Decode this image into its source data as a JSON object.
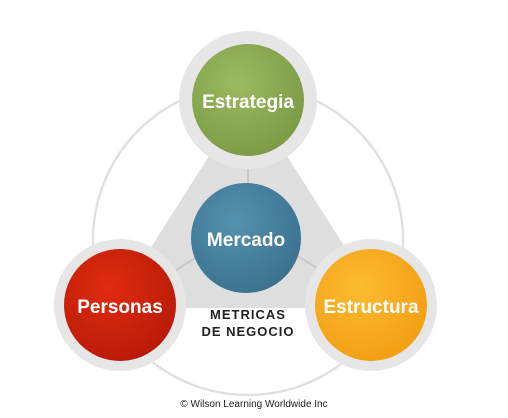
{
  "diagram": {
    "nodes": {
      "top": {
        "label": "Estrategia",
        "color": "#8aaa50"
      },
      "center": {
        "label": "Mercado",
        "color": "#46809f"
      },
      "left": {
        "label": "Personas",
        "color": "#d11f0a"
      },
      "right": {
        "label": "Estructura",
        "color": "#f9ac1d"
      }
    },
    "center_text": {
      "line1": "METRICAS",
      "line2": "DE NEGOCIO"
    },
    "colors": {
      "triangle": "#dedede",
      "halo": "#e6e6e6",
      "outer_circle": "#e0e0e0"
    }
  },
  "footer": {
    "copyright": "© Wilson Learning Worldwide Inc"
  }
}
